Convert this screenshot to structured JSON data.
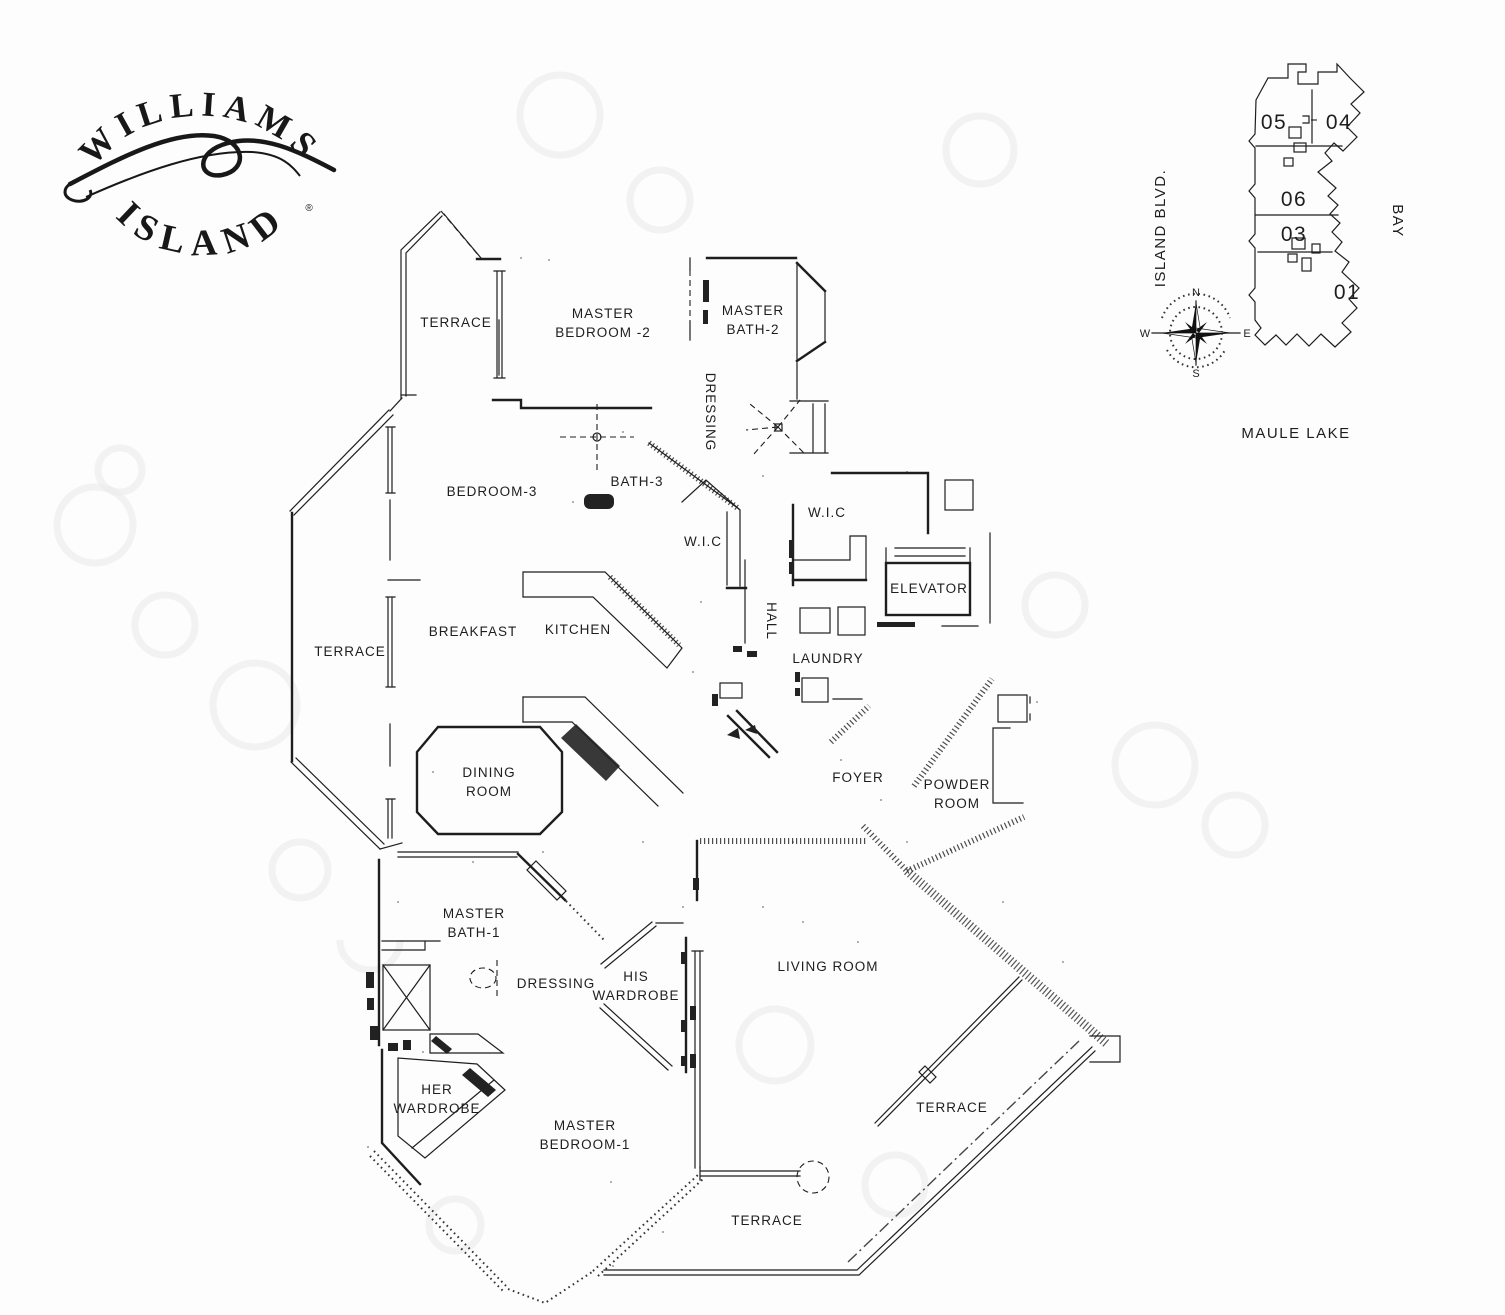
{
  "ink_color": "#1e1e1e",
  "logo": {
    "arc_top": "WILLIAMS",
    "arc_bottom": "ISLAND",
    "registered": "®"
  },
  "keyplan": {
    "units": [
      {
        "id": "05"
      },
      {
        "id": "04"
      },
      {
        "id": "06"
      },
      {
        "id": "03"
      },
      {
        "id": "01"
      }
    ],
    "street_left": "ISLAND BLVD.",
    "water_right": "BAY",
    "water_bottom": "MAULE LAKE",
    "compass": {
      "n": "N",
      "e": "E",
      "s": "S",
      "w": "W"
    }
  },
  "rooms": {
    "terrace_top": "TERRACE",
    "master_bedroom_2": {
      "line1": "MASTER",
      "line2": "BEDROOM -2"
    },
    "master_bath_2": {
      "line1": "MASTER",
      "line2": "BATH-2"
    },
    "dressing_2": "DRESSING",
    "bedroom_3": "BEDROOM-3",
    "bath_3": "BATH-3",
    "wic_a": "W.I.C",
    "wic_b": "W.I.C",
    "elevator": "ELEVATOR",
    "breakfast": "BREAKFAST",
    "kitchen": "KITCHEN",
    "hall": "HALL",
    "laundry": "LAUNDRY",
    "terrace_left": "TERRACE",
    "dining": {
      "line1": "DINING",
      "line2": "ROOM"
    },
    "foyer": "FOYER",
    "powder": {
      "line1": "POWDER",
      "line2": "ROOM"
    },
    "master_bath_1": {
      "line1": "MASTER",
      "line2": "BATH-1"
    },
    "dressing_1": "DRESSING",
    "his_wardrobe": {
      "line1": "HIS",
      "line2": "WARDROBE"
    },
    "living_room": "LIVING ROOM",
    "her_wardrobe": {
      "line1": "HER",
      "line2": "WARDROBE"
    },
    "master_bedroom_1": {
      "line1": "MASTER",
      "line2": "BEDROOM-1"
    },
    "terrace_right": "TERRACE",
    "terrace_bottom": "TERRACE"
  }
}
